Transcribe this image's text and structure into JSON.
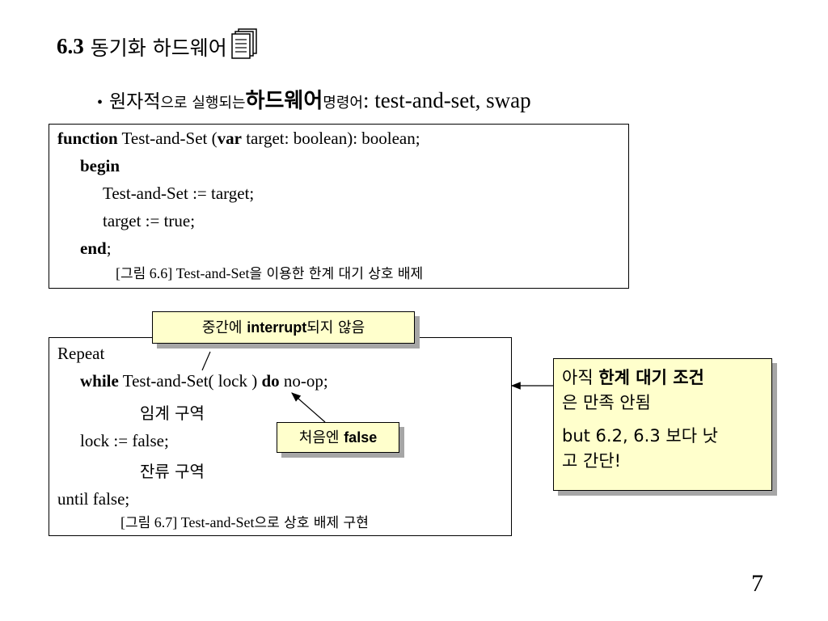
{
  "slide": {
    "title_num": "6.3",
    "title_kor": "동기화 하드웨어",
    "bullet": {
      "dot": "•",
      "part1": "원자적",
      "part2": "으로 실행되는 ",
      "part3": "하드웨어",
      "part4": " 명령어",
      "part5": ": test-and-set, swap"
    },
    "code1": {
      "l1_kw1": "function",
      "l1_t1": " Test-and-Set (",
      "l1_kw2": "var",
      "l1_t2": " target: boolean): boolean;",
      "l2_kw": "begin",
      "l3": "Test-and-Set := target;",
      "l4": "target := true;",
      "l5_kw": "end",
      "l5_t": ";",
      "caption_a": "[",
      "caption_b": "그림",
      "caption_c": " 6.6] Test-and-Set",
      "caption_d": "을 이용한 한계 대기 상호 배제"
    },
    "code2": {
      "l1": "Repeat",
      "l2_kw1": "while",
      "l2_t1": " Test-and-Set( lock ) ",
      "l2_kw2": "do",
      "l2_t2": " no-op;",
      "l3": "임계 구역",
      "l4": "lock := false;",
      "l5": "잔류 구역",
      "l6": "until false;",
      "caption_a": "[",
      "caption_b": "그림",
      "caption_c": " 6.7] Test-and-Set",
      "caption_d": "으로 상호 배제 구현"
    },
    "callout_a": {
      "t1": "중간에 ",
      "t2": "interrupt",
      "t3": "되지 않음"
    },
    "callout_b": {
      "t1": "처음엔 ",
      "t2": "false"
    },
    "callout_c": {
      "l1a": "아직 ",
      "l1b": "한계 대기 조건",
      "l2": "은 만족 안됨",
      "l3": "but 6.2, 6.3 보다 낫",
      "l4": "고 간단!"
    },
    "page_number": "7"
  }
}
